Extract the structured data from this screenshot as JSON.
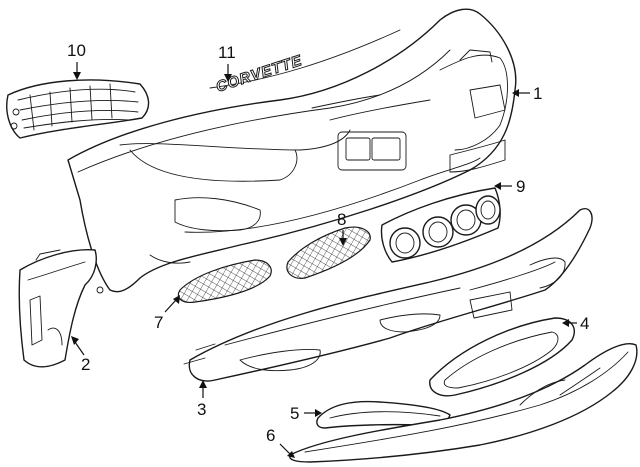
{
  "callouts": [
    {
      "id": "1",
      "label": "1"
    },
    {
      "id": "2",
      "label": "2"
    },
    {
      "id": "3",
      "label": "3"
    },
    {
      "id": "4",
      "label": "4"
    },
    {
      "id": "5",
      "label": "5"
    },
    {
      "id": "6",
      "label": "6"
    },
    {
      "id": "7",
      "label": "7"
    },
    {
      "id": "8",
      "label": "8"
    },
    {
      "id": "9",
      "label": "9"
    },
    {
      "id": "10",
      "label": "10"
    },
    {
      "id": "11",
      "label": "11"
    }
  ],
  "emblem_text": "CORVETTE"
}
